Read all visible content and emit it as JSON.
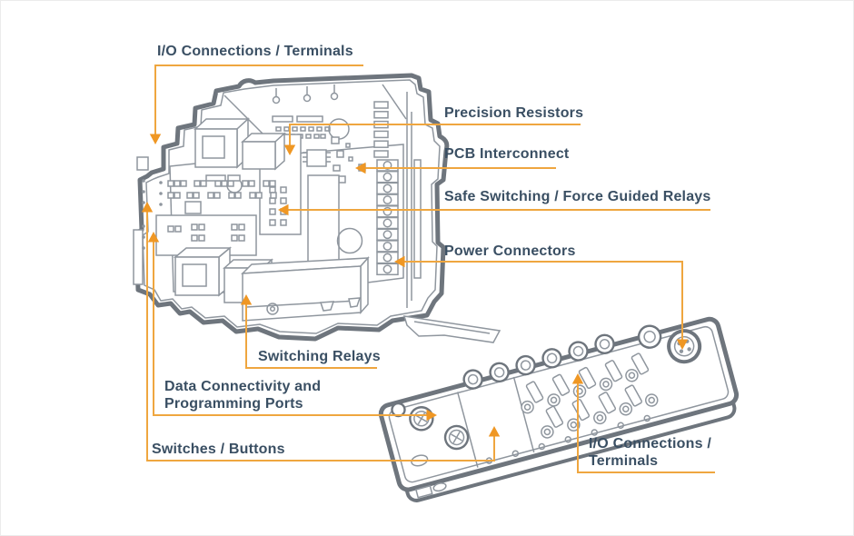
{
  "diagram": {
    "labels": {
      "io_terminals_top": "I/O Connections / Terminals",
      "precision_resistors": "Precision Resistors",
      "pcb_interconnect": "PCB Interconnect",
      "safe_switching": "Safe Switching / Force Guided Relays",
      "power_connectors": "Power Connectors",
      "switching_relays": "Switching Relays",
      "data_connectivity": "Data Connectivity and\nProgramming Ports",
      "switches_buttons": "Switches / Buttons",
      "io_terminals_bottom": "I/O Connections /\nTerminals"
    }
  },
  "colors": {
    "accent_line": "#EFA63F",
    "accent_arrow": "#EF9724",
    "label_text": "#3A4F63",
    "drawing_outline": "#6E757D",
    "drawing_detail": "#8F969E"
  }
}
